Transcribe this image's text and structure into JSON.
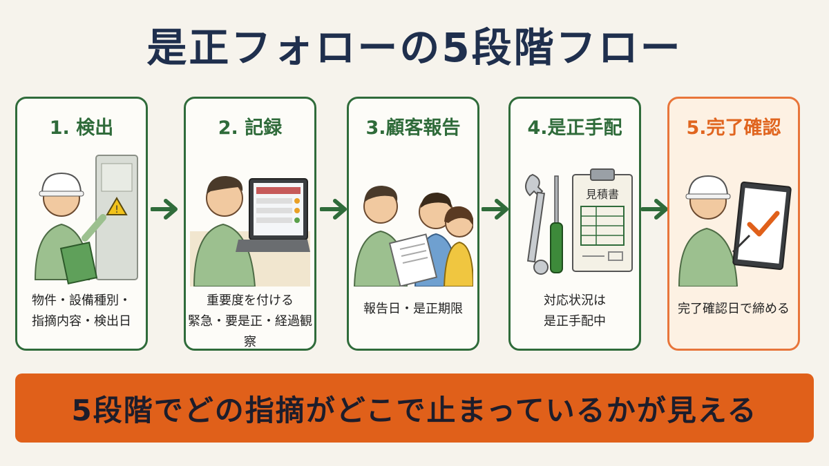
{
  "title": "是正フォローの5段階フロー",
  "steps": [
    {
      "label": "1. 検出",
      "desc_line1": "物件・設備種別・",
      "desc_line2": "指摘内容・検出日"
    },
    {
      "label": "2. 記録",
      "desc_line1": "重要度を付ける",
      "desc_line2": "緊急・要是正・経過観察"
    },
    {
      "label": "3.顧客報告",
      "desc_line1": "報告日・是正期限",
      "desc_line2": ""
    },
    {
      "label": "4.是正手配",
      "desc_line1": "対応状況は",
      "desc_line2": "是正手配中",
      "doc_label": "見積書"
    },
    {
      "label": "5.完了確認",
      "desc_line1": "完了確認日で締める",
      "desc_line2": ""
    }
  ],
  "banner": "5段階でどの指摘がどこで止まっているかが見える",
  "colors": {
    "green": "#2f6b3a",
    "orange": "#e0601a",
    "navy": "#1f2f4d"
  },
  "icons": [
    "inspector-icon",
    "laptop-icon",
    "report-icon",
    "tools-icon",
    "checklist-icon",
    "arrow-right-icon"
  ]
}
